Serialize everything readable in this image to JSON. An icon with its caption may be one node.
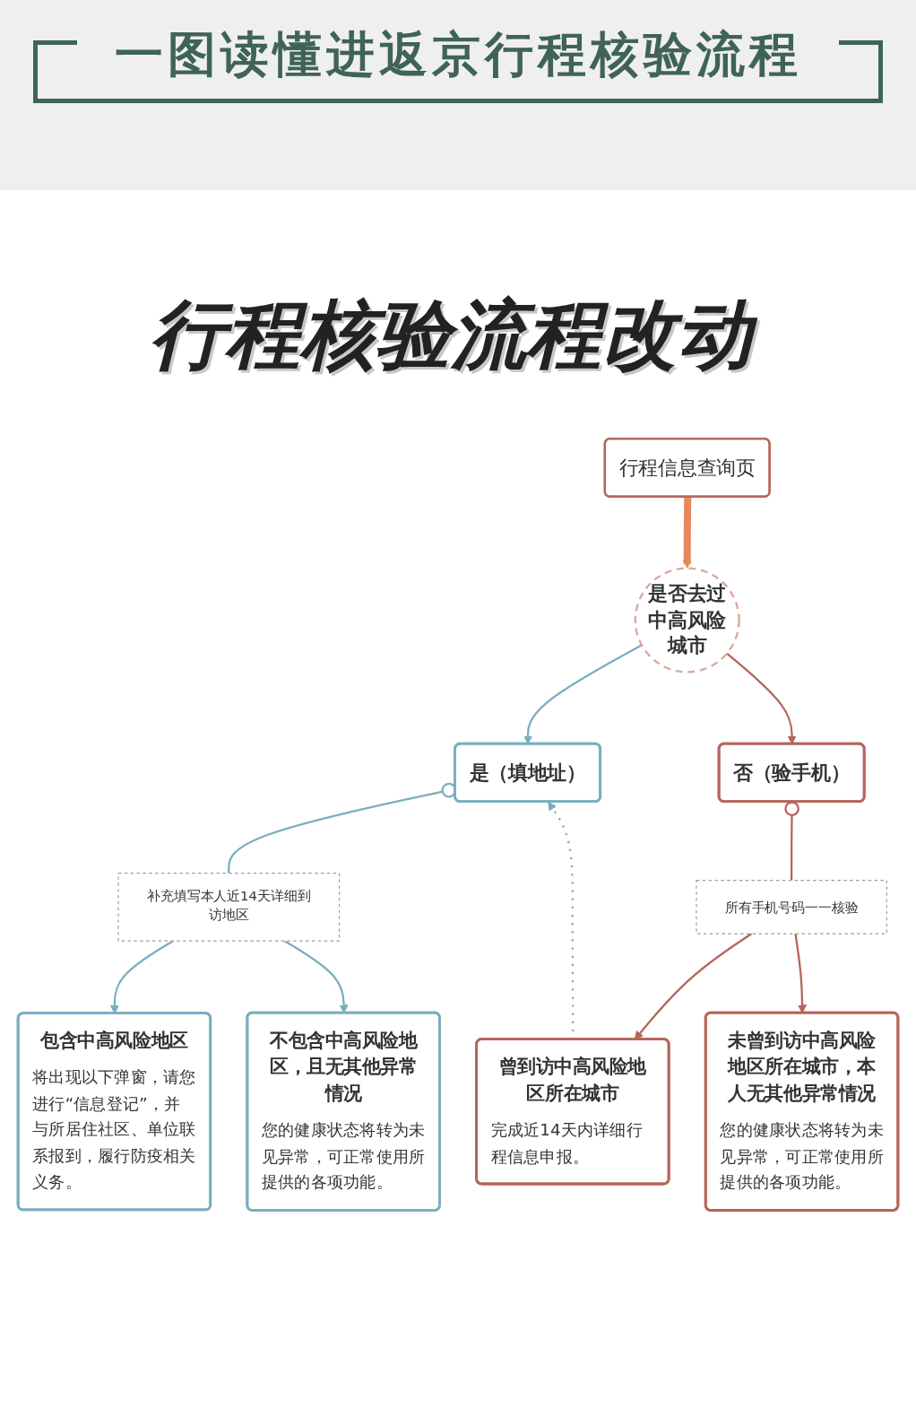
{
  "diagram": {
    "title": "一图读懂进返京行程核验流程",
    "nodes": [
      {
        "text": [
          "行程信息查询页"
        ]
      },
      {
        "text": [
          "是否去过中高风险城市"
        ]
      },
      {
        "text": [
          "是（填地址）"
        ]
      },
      {
        "text": [
          "否（验手机）"
        ]
      },
      {
        "text": [
          "补充填写本人近14天详细到访地区"
        ]
      },
      {
        "text": [
          "所有手机号码一一核验"
        ]
      },
      {
        "text": [
          "包含中高风险地区",
          "将出现以下弹窗，请您进行“信息登记”，并与所居住社区、单位联系报到，履行防疫相关义务。"
        ]
      },
      {
        "text": [
          "不包含中高风险地区，且无其他异常情况",
          "您的健康状态将转为未见异常，可正常使用所提供的各项功能。"
        ]
      },
      {
        "text": [
          "曾到访中高风险地区所在城市",
          "完成近14天内详细行程信息申报。"
        ]
      },
      {
        "text": [
          "未曾到访中高风险地区所在城市，本人无其他异常情况",
          "您的健康状态将转为未见异常，可正常使用所提供的各项功能。"
        ]
      }
    ],
    "edges": [
      {
        "from": 0,
        "to": 1,
        "arrow": "to",
        "style": "thick",
        "color": "#e8875b"
      },
      {
        "from": 1,
        "to": 2,
        "arrow": "to"
      },
      {
        "from": 1,
        "to": 3,
        "arrow": "to",
        "color": "#b5655a"
      },
      {
        "from": 2,
        "to": 4,
        "arrow": "other"
      },
      {
        "from": 3,
        "to": 5,
        "arrow": "other",
        "color": "#b5655a"
      },
      {
        "from": 4,
        "to": 6,
        "arrow": "to"
      },
      {
        "from": 4,
        "to": 7,
        "arrow": "to"
      },
      {
        "from": 5,
        "to": 8,
        "arrow": "to",
        "color": "#b5655a"
      },
      {
        "from": 5,
        "to": 9,
        "arrow": "to",
        "color": "#b5655a"
      },
      {
        "from": 8,
        "to": 2,
        "arrow": "to",
        "style": "dashed"
      }
    ],
    "labels": [
      "行程核验流程改动"
    ]
  }
}
